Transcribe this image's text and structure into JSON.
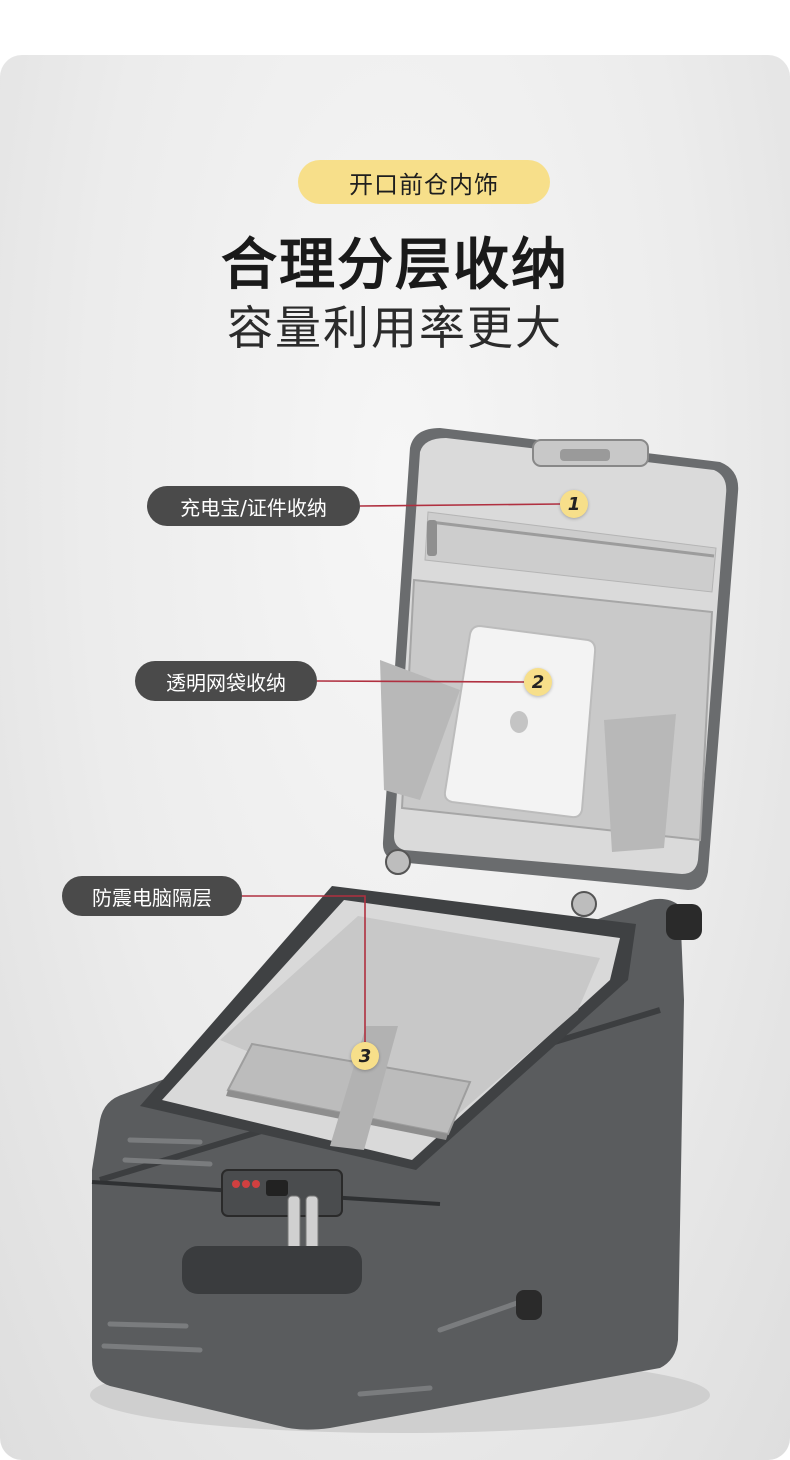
{
  "header": {
    "tag": "开口前仓内饰",
    "title": "合理分层收纳",
    "subtitle": "容量利用率更大"
  },
  "callouts": [
    {
      "number": "1",
      "label": "充电宝/证件收纳"
    },
    {
      "number": "2",
      "label": "透明网袋收纳"
    },
    {
      "number": "3",
      "label": "防震电脑隔层"
    }
  ],
  "colors": {
    "accent_yellow": "#f7df8a",
    "label_bg": "#4a4a4a",
    "leader_line": "#b03040",
    "suitcase_gray": "#5a5c5e",
    "lining_gray": "#d4d4d4"
  },
  "icons": {
    "suitcase": "suitcase-illustration",
    "tablet": "tablet-icon",
    "laptop": "laptop-icon"
  }
}
